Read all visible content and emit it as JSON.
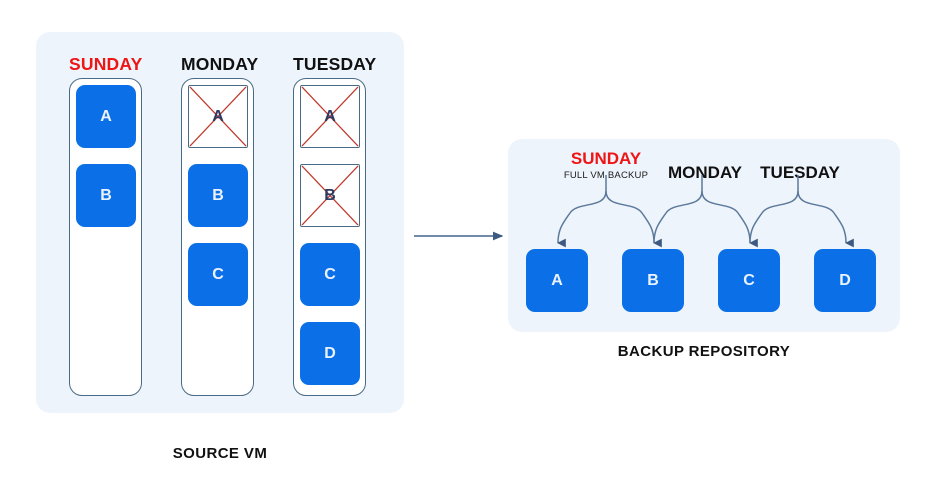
{
  "diagram": {
    "title_source": "SOURCE VM",
    "title_repository": "BACKUP REPOSITORY"
  },
  "colors": {
    "panel_background": "#eef4fc",
    "block_blue": "#0b6fe8",
    "block_text": "#eaf3ff",
    "highlight_red": "#ee1515",
    "outline_gray": "#4a6b86",
    "cross_red": "#c0392b",
    "arrow_gray": "#4a6b86",
    "label_black": "#111111",
    "page_background": "#ffffff"
  },
  "source_vm": {
    "caption": "SOURCE VM",
    "columns": [
      {
        "id": "sunday",
        "header": "SUNDAY",
        "header_color": "red",
        "blocks": [
          {
            "label": "A",
            "state": "present"
          },
          {
            "label": "B",
            "state": "present"
          }
        ]
      },
      {
        "id": "monday",
        "header": "MONDAY",
        "header_color": "black",
        "blocks": [
          {
            "label": "A",
            "state": "deleted"
          },
          {
            "label": "B",
            "state": "present"
          },
          {
            "label": "C",
            "state": "present"
          }
        ]
      },
      {
        "id": "tuesday",
        "header": "TUESDAY",
        "header_color": "black",
        "blocks": [
          {
            "label": "A",
            "state": "deleted"
          },
          {
            "label": "B",
            "state": "deleted"
          },
          {
            "label": "C",
            "state": "present"
          },
          {
            "label": "D",
            "state": "present"
          }
        ]
      }
    ]
  },
  "backup_repository": {
    "caption": "BACKUP REPOSITORY",
    "labels": [
      {
        "id": "sunday",
        "text": "SUNDAY",
        "sub": "FULL VM BACKUP",
        "color": "red"
      },
      {
        "id": "monday",
        "text": "MONDAY",
        "sub": "",
        "color": "black"
      },
      {
        "id": "tuesday",
        "text": "TUESDAY",
        "sub": "",
        "color": "black"
      }
    ],
    "blocks": [
      {
        "label": "A"
      },
      {
        "label": "B"
      },
      {
        "label": "C"
      },
      {
        "label": "D"
      }
    ]
  },
  "flow_arrow": {
    "name": "source-to-repository-arrow",
    "direction": "right"
  }
}
